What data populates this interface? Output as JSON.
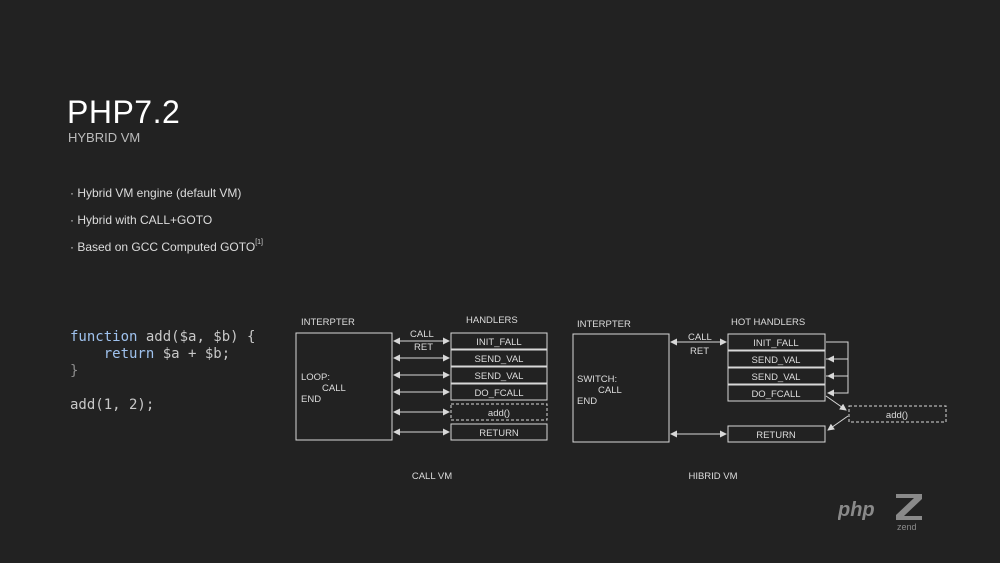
{
  "slide": {
    "title": "PHP7.2",
    "subtitle": "HYBRID VM",
    "bullets": [
      {
        "text": "· Hybrid VM engine (default VM)",
        "sup": ""
      },
      {
        "text": "· Hybrid with CALL+GOTO",
        "sup": ""
      },
      {
        "text": "· Based on GCC Computed GOTO",
        "sup": "[1]"
      }
    ]
  },
  "code": {
    "line1_kw": "function",
    "line1_rest": " add($a, $b) {",
    "line2_kw": "return",
    "line2_rest": " $a + $b;",
    "line3": "}",
    "line5": "add(1, 2);"
  },
  "call_vm": {
    "caption": "CALL VM",
    "interp_label": "INTERPTER",
    "interp_lines": [
      "LOOP:",
      "CALL",
      "END"
    ],
    "handlers_label": "HANDLERS",
    "arrow_labels": [
      "CALL",
      "RET"
    ],
    "handlers": [
      "INIT_FALL",
      "SEND_VAL",
      "SEND_VAL",
      "DO_FCALL",
      "add()",
      "RETURN"
    ]
  },
  "hybrid_vm": {
    "caption": "HIBRID VM",
    "interp_label": "INTERPTER",
    "interp_lines": [
      "SWITCH:",
      "CALL",
      "END"
    ],
    "handlers_label": "HOT HANDLERS",
    "arrow_labels": [
      "CALL",
      "RET"
    ],
    "handlers": [
      "INIT_FALL",
      "SEND_VAL",
      "SEND_VAL",
      "DO_FCALL",
      "RETURN"
    ],
    "side_box": "add()"
  },
  "logo": {
    "php": "php",
    "zend": "zend"
  },
  "colors": {
    "background": "#222222",
    "keyword": "#9fc2ee",
    "line": "#d8d8d8"
  }
}
